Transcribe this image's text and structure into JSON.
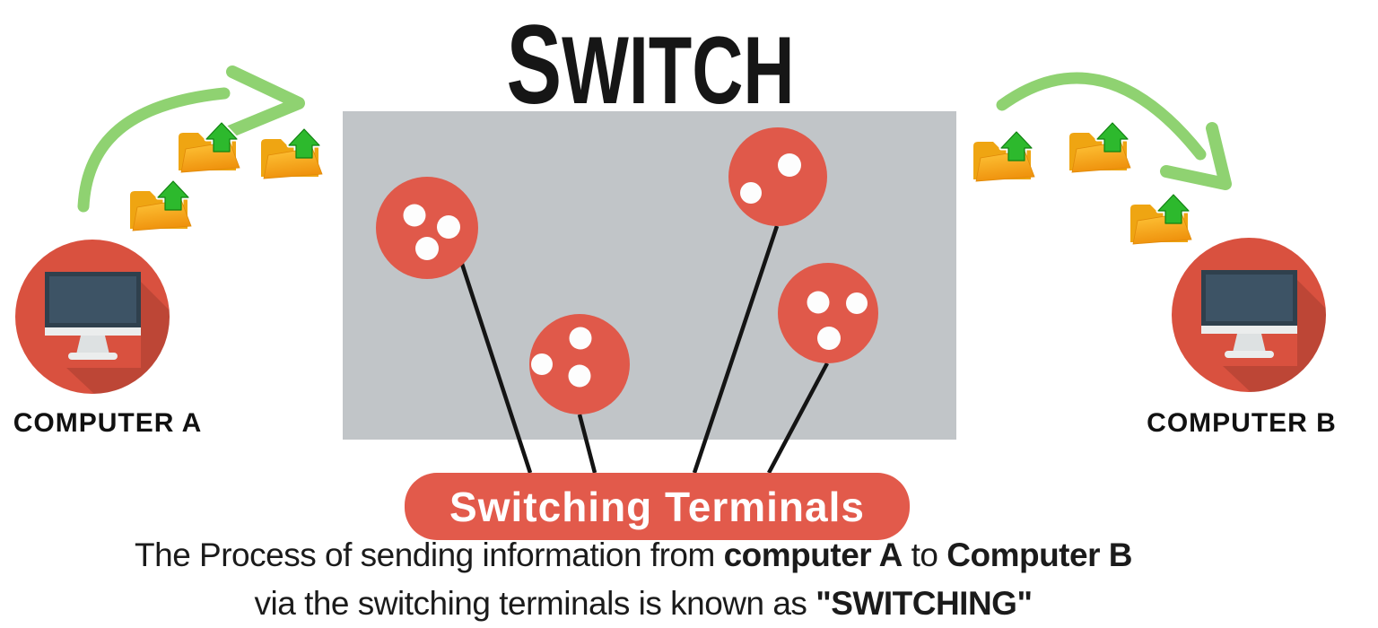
{
  "title": {
    "first": "S",
    "rest": "WITCH"
  },
  "switch": {
    "terminals_label": "Switching Terminals",
    "ports": [
      {
        "name": "port-1",
        "indicator_dots": 3
      },
      {
        "name": "port-2",
        "indicator_dots": 3
      },
      {
        "name": "port-3",
        "indicator_dots": 2
      },
      {
        "name": "port-4",
        "indicator_dots": 3
      }
    ]
  },
  "computer_a": {
    "label": "COMPUTER A"
  },
  "computer_b": {
    "label": "COMPUTER B"
  },
  "caption": {
    "line1_pre": "The Process of sending information from ",
    "line1_bold_a": "computer A",
    "line1_mid": " to ",
    "line1_bold_b": "Computer B",
    "line2_pre": "via the switching terminals is known as ",
    "line2_bold": "\"SWITCHING\""
  },
  "icons": {
    "transfer_arrows": "curved-green-arrow-icon",
    "file_transfer": "upload-folder-icon",
    "computers": "monitor-icon",
    "switch_ports": "terminal-port-circle"
  },
  "colors": {
    "switch_body": "#C1C5C8",
    "terminal_red": "#E0594A",
    "label_pill_red": "#E25A4B",
    "computer_circle_red": "#D9513F",
    "connection_line": "#141414",
    "arrow_green": "#8FD271",
    "folder_orange": "#F0A312",
    "upload_arrow_green": "#2DB92D",
    "text_black": "#161616"
  }
}
